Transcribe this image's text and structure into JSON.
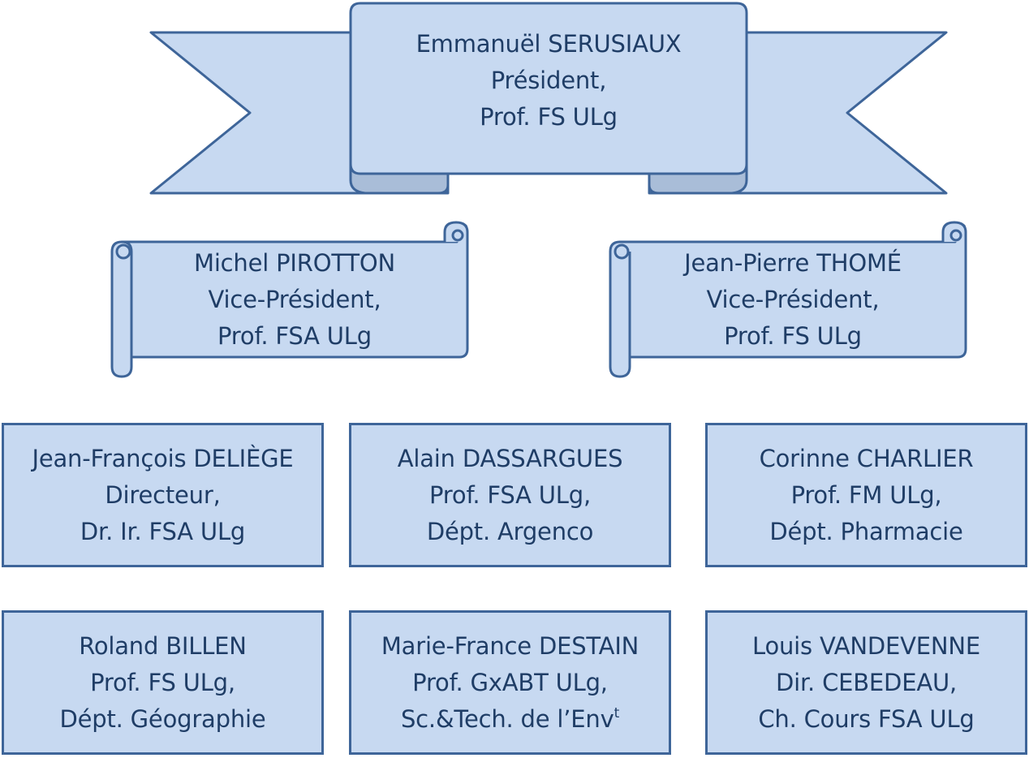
{
  "president": {
    "name": "Emmanuël SERUSIAUX",
    "role": "Président,",
    "affil": "Prof. FS ULg"
  },
  "vice_presidents": [
    {
      "name": "Michel PIROTTON",
      "role": "Vice-Président,",
      "affil": "Prof. FSA ULg"
    },
    {
      "name": "Jean-Pierre THOMÉ",
      "role": "Vice-Président,",
      "affil": "Prof. FS ULg"
    }
  ],
  "members": [
    {
      "name": "Jean-François DELIÈGE",
      "line2": "Directeur,",
      "line3": "Dr. Ir. FSA ULg"
    },
    {
      "name": "Alain DASSARGUES",
      "line2": "Prof. FSA ULg,",
      "line3": "Dépt. Argenco"
    },
    {
      "name": "Corinne CHARLIER",
      "line2": "Prof. FM ULg,",
      "line3": "Dépt. Pharmacie"
    },
    {
      "name": "Roland BILLEN",
      "line2": "Prof. FS ULg,",
      "line3": "Dépt. Géographie"
    },
    {
      "name": "Marie-France DESTAIN",
      "line2": "Prof. GxABT ULg,",
      "line3": "Sc.&Tech. de l’Env",
      "line3_sup": "t"
    },
    {
      "name": "Louis VANDEVENNE",
      "line2": "Dir. CEBEDEAU,",
      "line3": "Ch. Cours FSA ULg"
    }
  ],
  "colors": {
    "fill": "#c7d9f1",
    "fold": "#a9bdd8",
    "stroke": "#3e6599",
    "text": "#1f3d66"
  }
}
